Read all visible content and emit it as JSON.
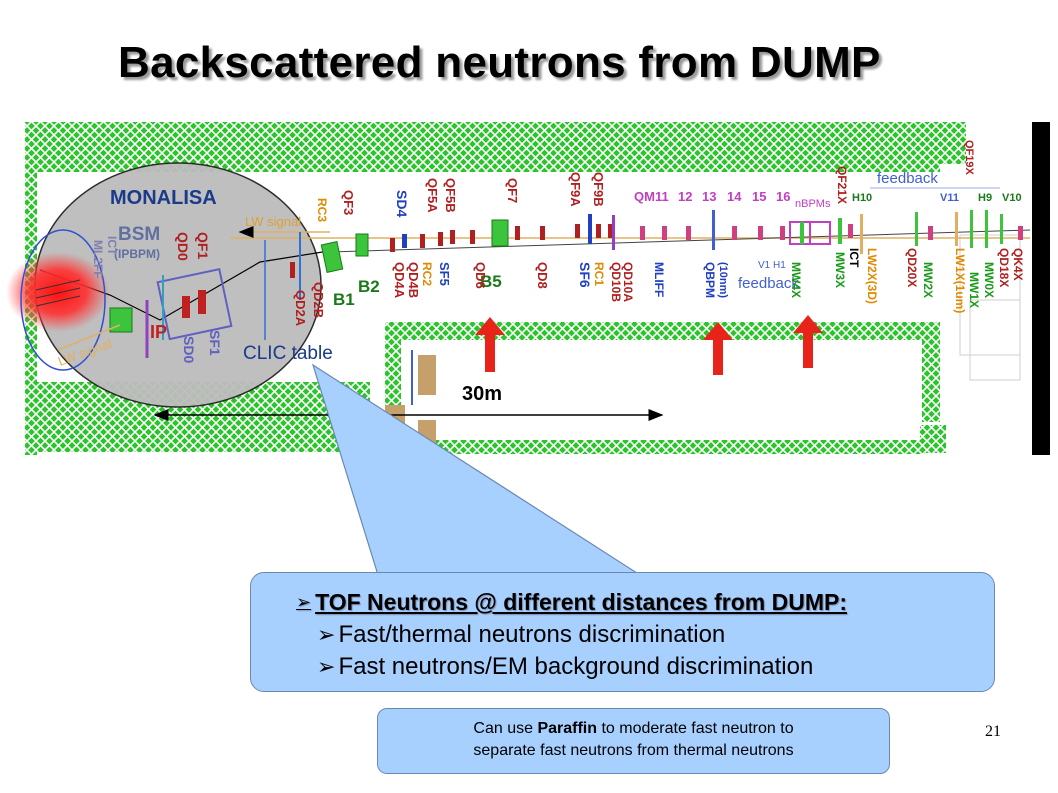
{
  "slide": {
    "title": "Backscattered neutrons from DUMP",
    "number": "21"
  },
  "diagram": {
    "monalisa": "MONALISA",
    "bsm": "BSM",
    "ipbpm": "(IPBPM)",
    "ip": "IP",
    "lw_signal": "LW signal",
    "lw_signal_low": "LW signal",
    "clic_table": "CLIC table",
    "scale_label": "30m",
    "feedback_top": "feedback",
    "feedback_mid": "feedback",
    "nbpms": "nBPMs",
    "v1h1": "V1 H1",
    "bend_labels": [
      "B1",
      "B2",
      "B5"
    ],
    "small_labels": [
      "H10",
      "V11",
      "H9",
      "V10"
    ],
    "qm_numbers": [
      "QM11",
      "12",
      "13",
      "14",
      "15",
      "16"
    ],
    "vertical_labels": [
      "ML2FF",
      "ICT",
      "QD0",
      "QF1",
      "SD0",
      "SF1",
      "QD2A",
      "QD2B",
      "RC3",
      "QF3",
      "SD4",
      "QD4A",
      "QD4B",
      "RC2",
      "QF5A",
      "QF5B",
      "SF5",
      "QD6",
      "QF7",
      "QD8",
      "QF9A",
      "QF9B",
      "SF6",
      "RC1",
      "QD10B",
      "QD10A",
      "MLIFF",
      "QBPM",
      "(10nm)",
      "MW4X",
      "QF21X",
      "MW3X",
      "ICT",
      "LW2X(3D)",
      "QD20X",
      "MW2X",
      "LW1X(1um)",
      "MW1X",
      "MW0X",
      "QD18X",
      "QK4X",
      "QF19X"
    ]
  },
  "callout": {
    "line1": "TOF Neutrons @ different distances from DUMP:",
    "line2": "Fast/thermal neutrons discrimination",
    "line3": "Fast neutrons/EM background discrimination"
  },
  "note": {
    "pre": "Can use ",
    "bold": "Paraffin",
    "post": " to moderate fast neutron to",
    "line2": "separate fast neutrons  from thermal neutrons"
  },
  "colors": {
    "wall_green": "#2bc42b",
    "arrow_red": "#e8231a",
    "callout_fill": "#a8d0ff",
    "magnet_red": "#b02020",
    "label_blue": "#2040c0",
    "label_green": "#1a9a1a",
    "label_orange": "#e08a00",
    "label_magenta": "#c040c0"
  }
}
